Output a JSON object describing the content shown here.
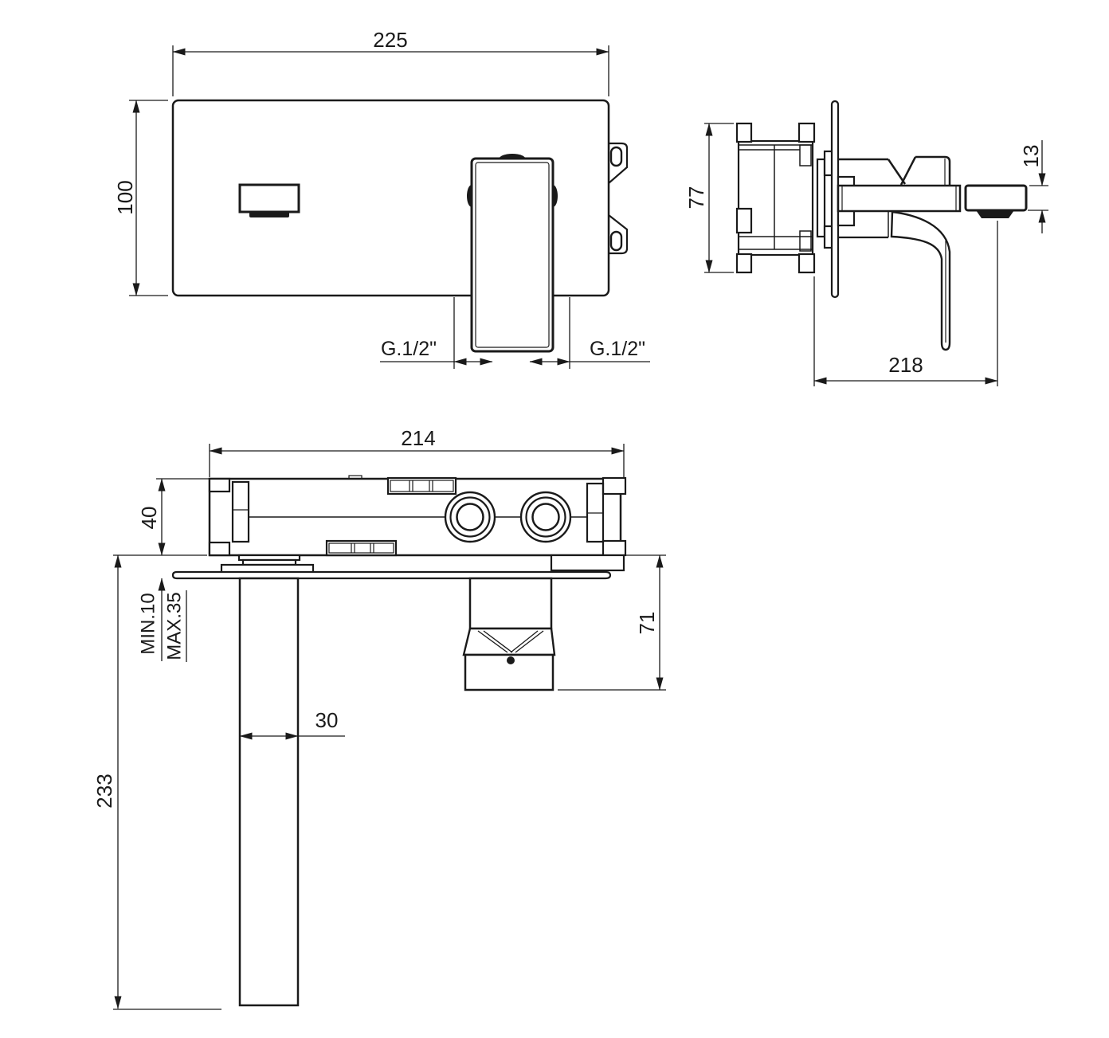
{
  "drawing": {
    "type": "faucet-installation-dimension-drawing",
    "colors": {
      "line": "#1a1a1a",
      "background": "#ffffff"
    },
    "front_view": {
      "plate_width": "225",
      "plate_height": "100",
      "thread_left": "G.1/2\"",
      "thread_right": "G.1/2\""
    },
    "side_view": {
      "body_height": "77",
      "spout_tip_height": "13",
      "spout_reach": "218"
    },
    "top_view": {
      "box_width": "214",
      "box_depth": "40",
      "wall_min": "MIN.10",
      "wall_max": "MAX.35",
      "handle_projection": "71",
      "spout_width": "30",
      "spout_length": "233"
    }
  }
}
